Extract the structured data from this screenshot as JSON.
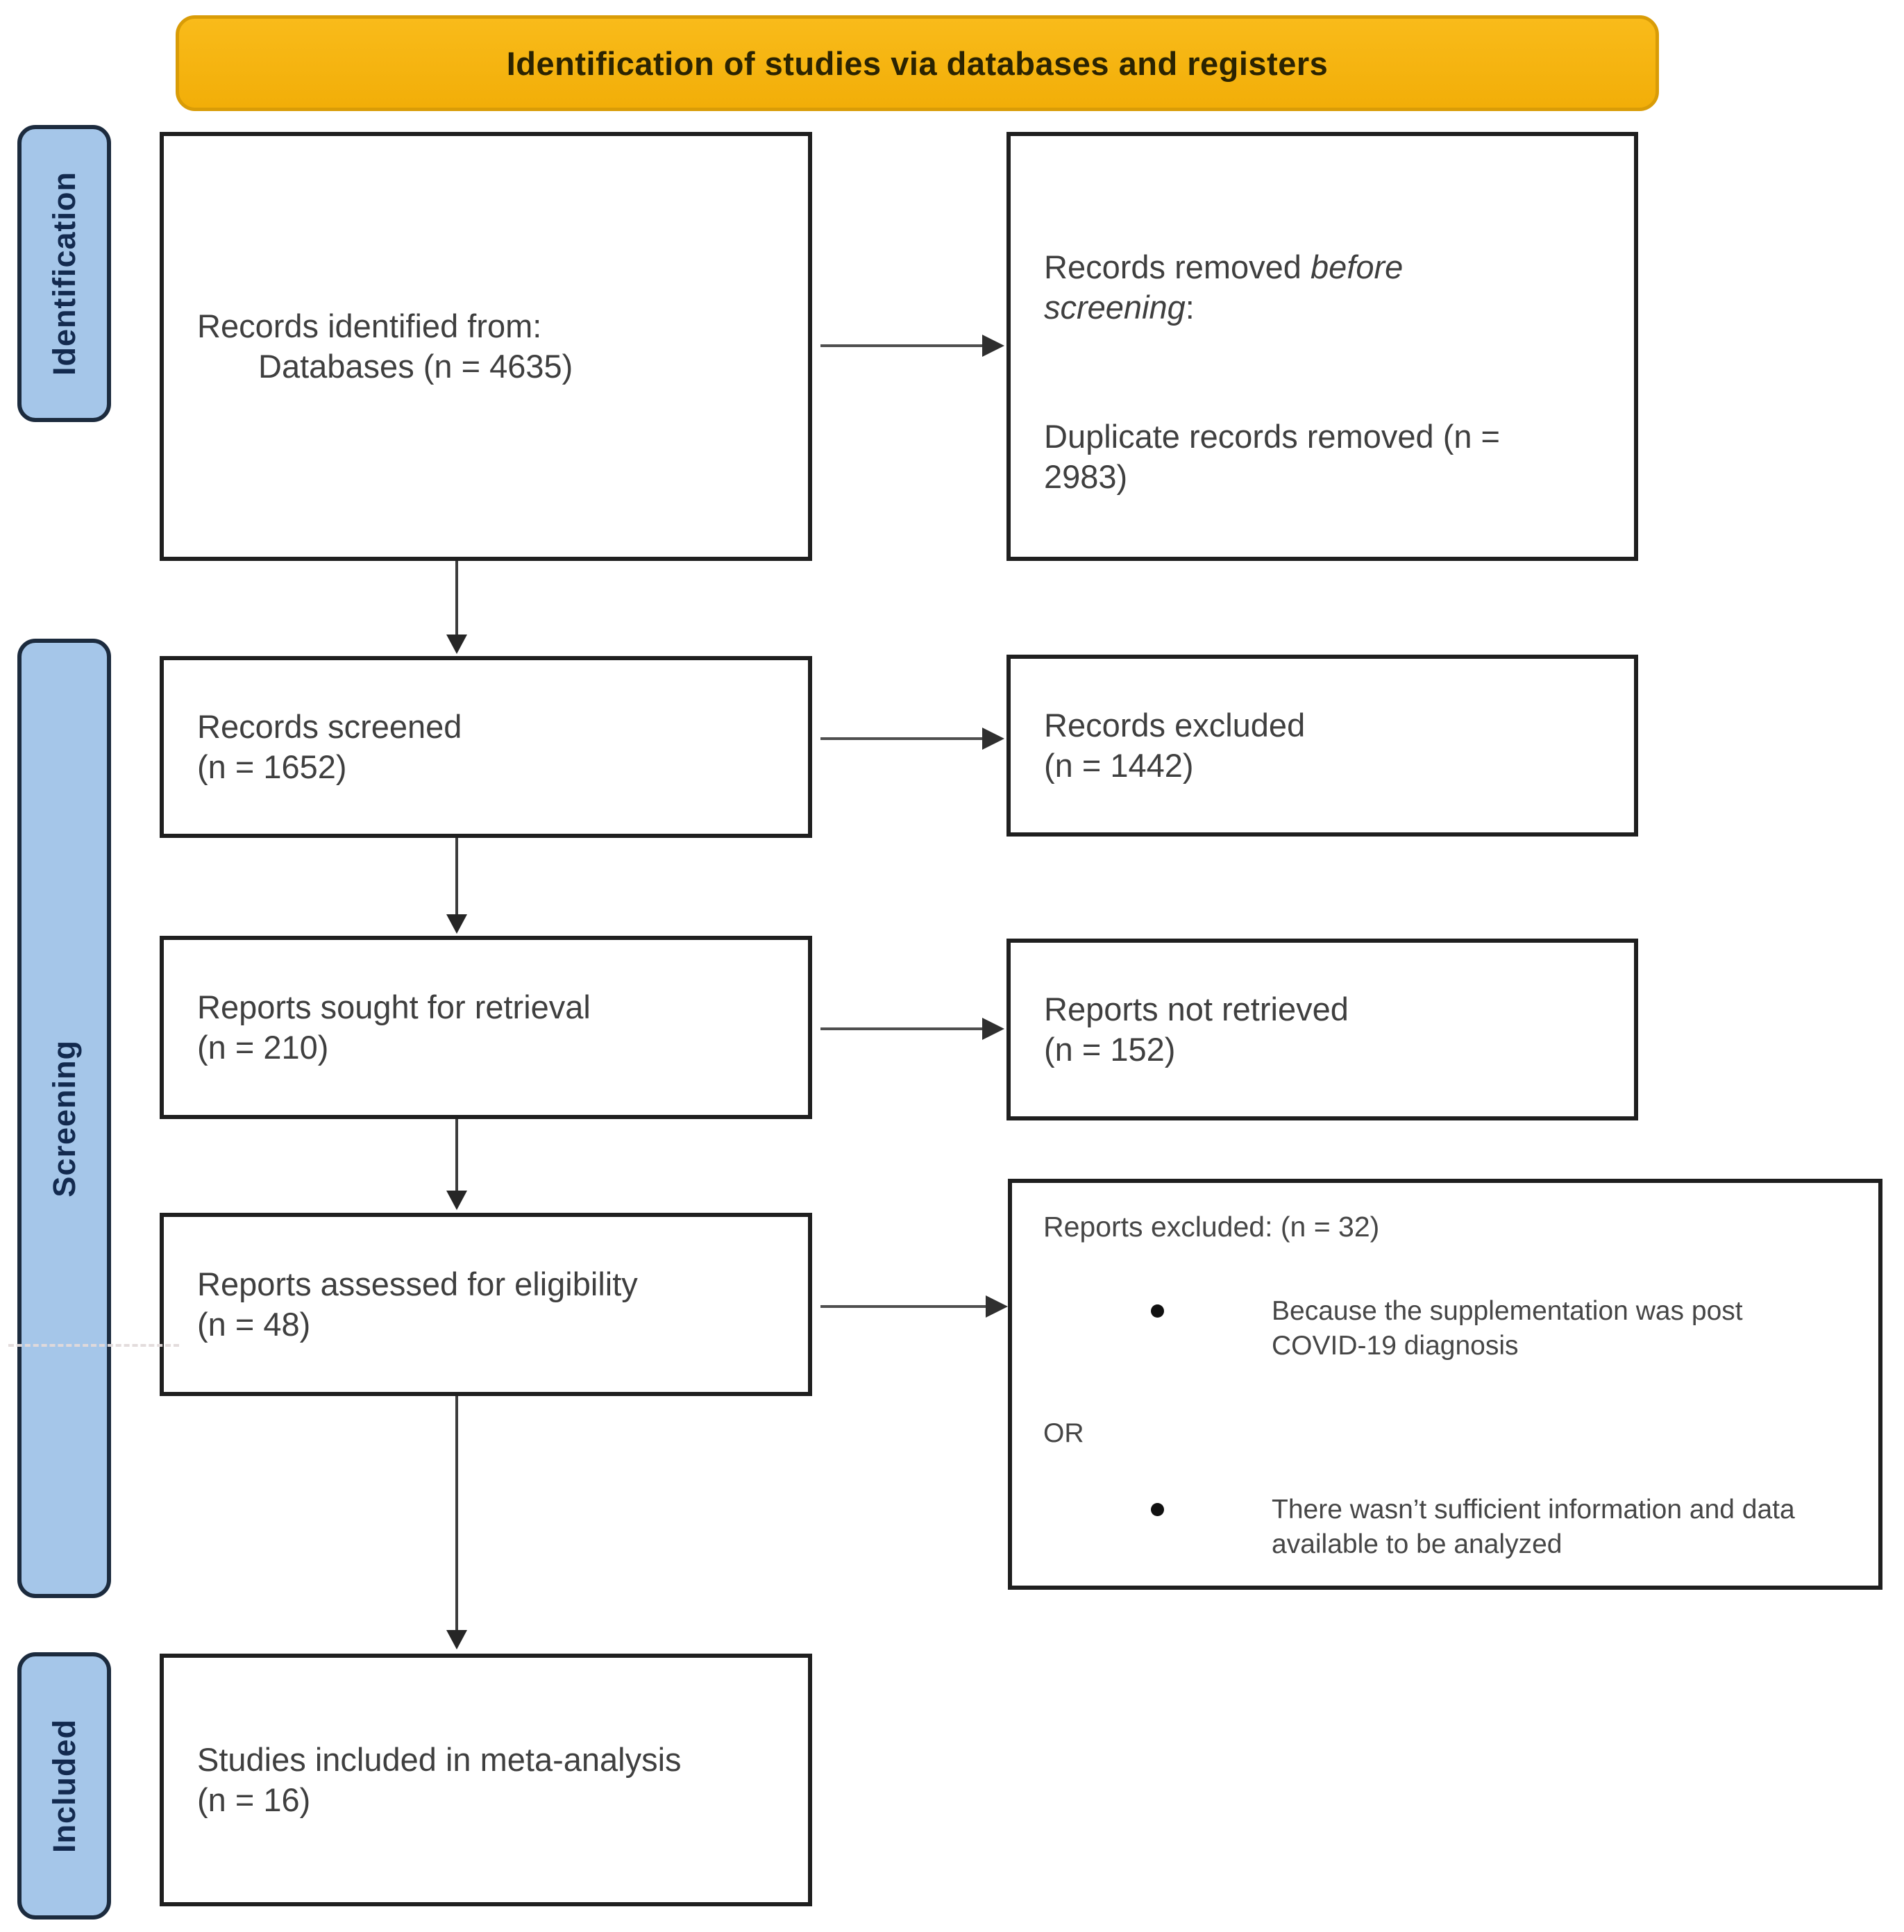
{
  "banner": {
    "title": "Identification of studies via databases and registers"
  },
  "stages": [
    {
      "label": "Identification"
    },
    {
      "label": "Screening"
    },
    {
      "label": "Included"
    }
  ],
  "boxes": {
    "identified": {
      "line1": "Records identified from:",
      "line2": "Databases (n = 4635)"
    },
    "removed": {
      "p1_prefix": "Records removed ",
      "p1_italic": "before\nscreening",
      "p1_suffix": ":",
      "p2": "Duplicate records removed (n =\n2983)"
    },
    "screened": {
      "text": "Records screened\n(n = 1652)"
    },
    "excluded": {
      "text": "Records excluded\n(n = 1442)"
    },
    "sought": {
      "text": "Reports sought for retrieval\n(n = 210)"
    },
    "not_retrieved": {
      "text": "Reports not retrieved\n(n = 152)"
    },
    "assessed": {
      "text": "Reports assessed for eligibility\n(n = 48)"
    },
    "reports_excluded": {
      "title": "Reports excluded: (n = 32)",
      "bullet1": "Because the supplementation was post\nCOVID-19 diagnosis",
      "or_label": "OR",
      "bullet2": "There wasn’t sufficient information and data\navailable to be analyzed"
    },
    "included": {
      "text": "Studies included in meta-analysis\n(n = 16)"
    }
  },
  "colors": {
    "banner_bg": "#F5B40F",
    "banner_text": "#2B2301",
    "stage_fill": "#A5C6E9",
    "stage_border": "#1C2B3E",
    "stage_text": "#132A4F",
    "box_border": "#1F1F1F",
    "box_text": "#3F3F3F",
    "arrow": "#4A4A4A"
  }
}
